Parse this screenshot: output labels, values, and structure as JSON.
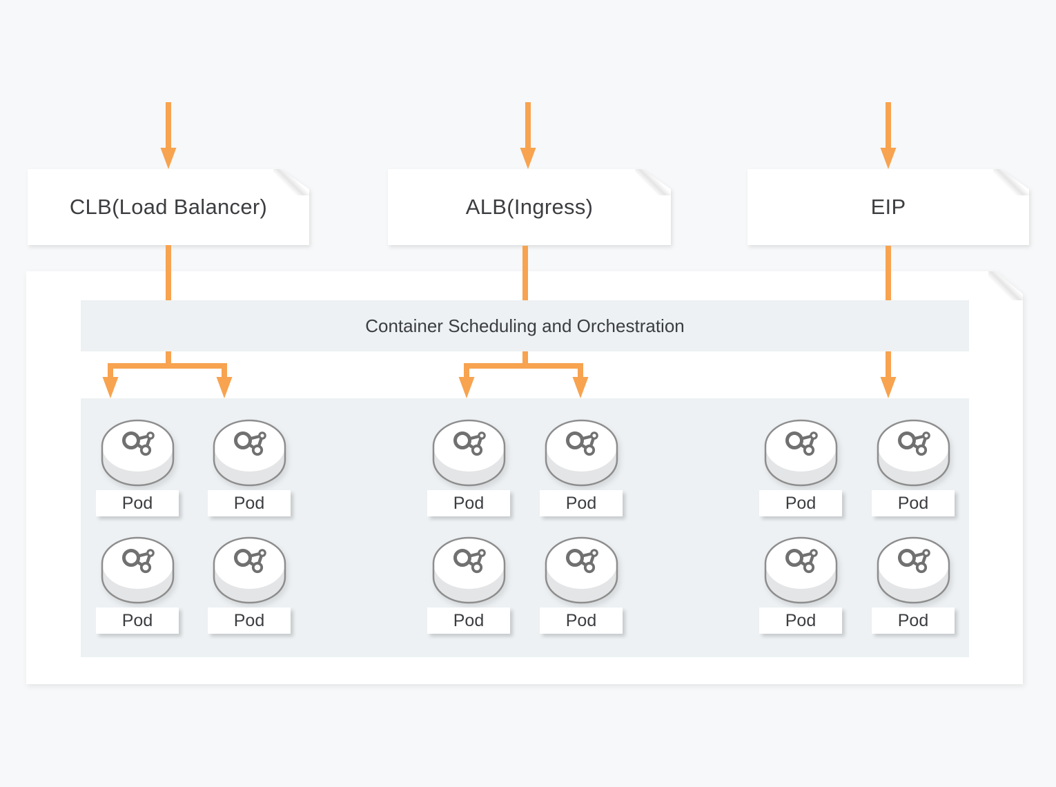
{
  "colors": {
    "accent": "#f7a350",
    "canvas_bg": "#f7f8f9",
    "card_bg": "#ffffff",
    "panel_bg": "#edf1f3",
    "text": "#3b3d40",
    "pod_outline": "#8d8d8d",
    "pod_glyph": "#707070",
    "pod_rim": "#e4e5e6"
  },
  "entry_nodes": [
    {
      "id": "clb",
      "label": "CLB(Load Balancer)"
    },
    {
      "id": "alb",
      "label": "ALB(Ingress)"
    },
    {
      "id": "eip",
      "label": "EIP"
    }
  ],
  "orchestration_panel": {
    "title": "Container Scheduling and Orchestration"
  },
  "pod": {
    "label": "Pod",
    "icon": "molecule-nodes-icon"
  },
  "pod_groups": [
    {
      "source": "clb",
      "pod_count": 4
    },
    {
      "source": "alb",
      "pod_count": 4
    },
    {
      "source": "eip",
      "pod_count": 4
    }
  ]
}
